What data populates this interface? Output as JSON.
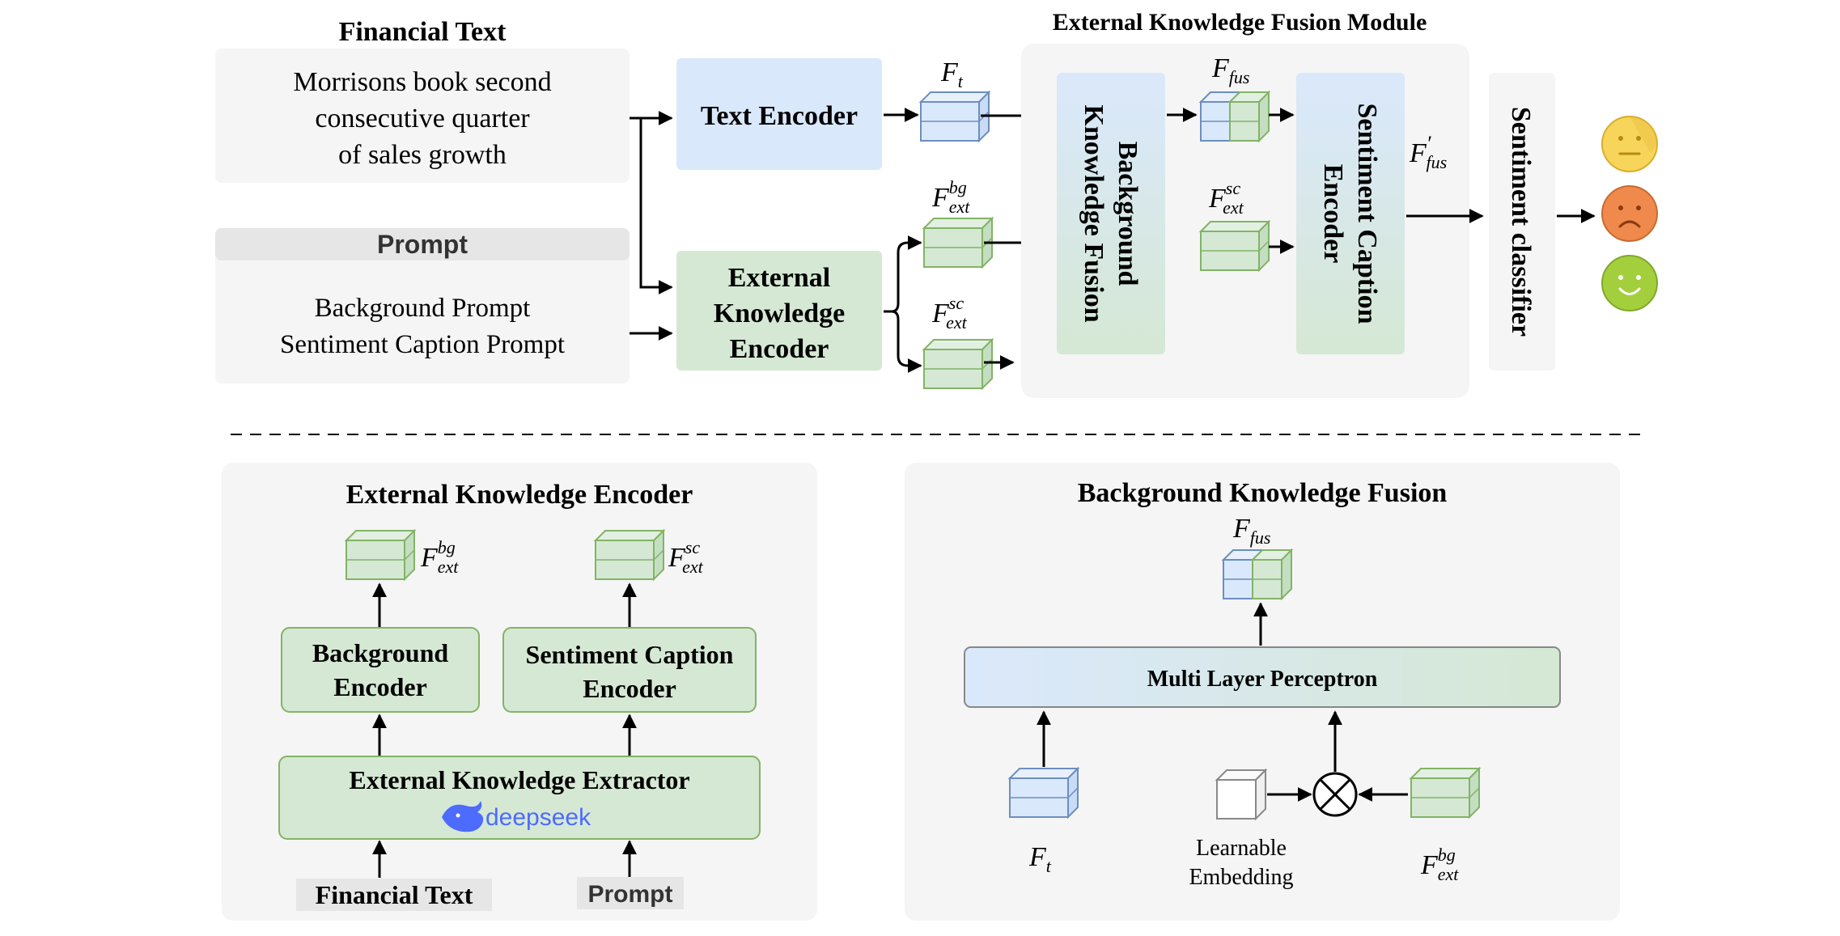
{
  "top": {
    "financial_text": {
      "title": "Financial Text",
      "lines": [
        "Morrisons book second",
        "consecutive quarter",
        "of sales growth"
      ]
    },
    "prompt": {
      "header": "Prompt",
      "lines": [
        "Background Prompt",
        "Sentiment Caption Prompt"
      ]
    },
    "text_encoder": "Text Encoder",
    "ext_encoder_lines": [
      "External",
      "Knowledge",
      "Encoder"
    ],
    "fusion_module_title": "External Knowledge Fusion Module",
    "bkf_lines": [
      "Background",
      "Knowledge Fusion"
    ],
    "sce_lines": [
      "Sentiment Caption",
      "Encoder"
    ],
    "classifier": "Sentiment classifier",
    "labels": {
      "f_t": {
        "base": "F",
        "sub": "t",
        "sup": ""
      },
      "f_fus": {
        "base": "F",
        "sub": "fus",
        "sup": ""
      },
      "f_fus_prime": {
        "base": "F",
        "sub": "fus",
        "sup": "′"
      },
      "f_ext_bg": {
        "base": "F",
        "sub": "ext",
        "sup": "bg"
      },
      "f_ext_sc": {
        "base": "F",
        "sub": "ext",
        "sup": "sc"
      }
    }
  },
  "bottom_left": {
    "title": "External Knowledge Encoder",
    "background_encoder_lines": [
      "Background",
      "Encoder"
    ],
    "sentiment_caption_encoder_lines": [
      "Sentiment Caption",
      "Encoder"
    ],
    "extractor": "External Knowledge Extractor",
    "logo_text": "deepseek",
    "input_financial": "Financial Text",
    "input_prompt": "Prompt"
  },
  "bottom_right": {
    "title": "Background Knowledge Fusion",
    "mlp": "Multi Layer Perceptron",
    "learnable_lines": [
      "Learnable",
      "Embedding"
    ]
  },
  "colors": {
    "blue_fill": "#dae8fc",
    "blue_stroke": "#6c8ebf",
    "green_fill": "#d5e8d4",
    "green_stroke": "#82b366",
    "panel": "#f5f5f5",
    "prompt_header": "#e6e6e6",
    "deepseek": "#4d6bfe",
    "face_yellow": "#f7d55a",
    "face_orange": "#ef8a4c",
    "face_green": "#a4cf3c"
  }
}
